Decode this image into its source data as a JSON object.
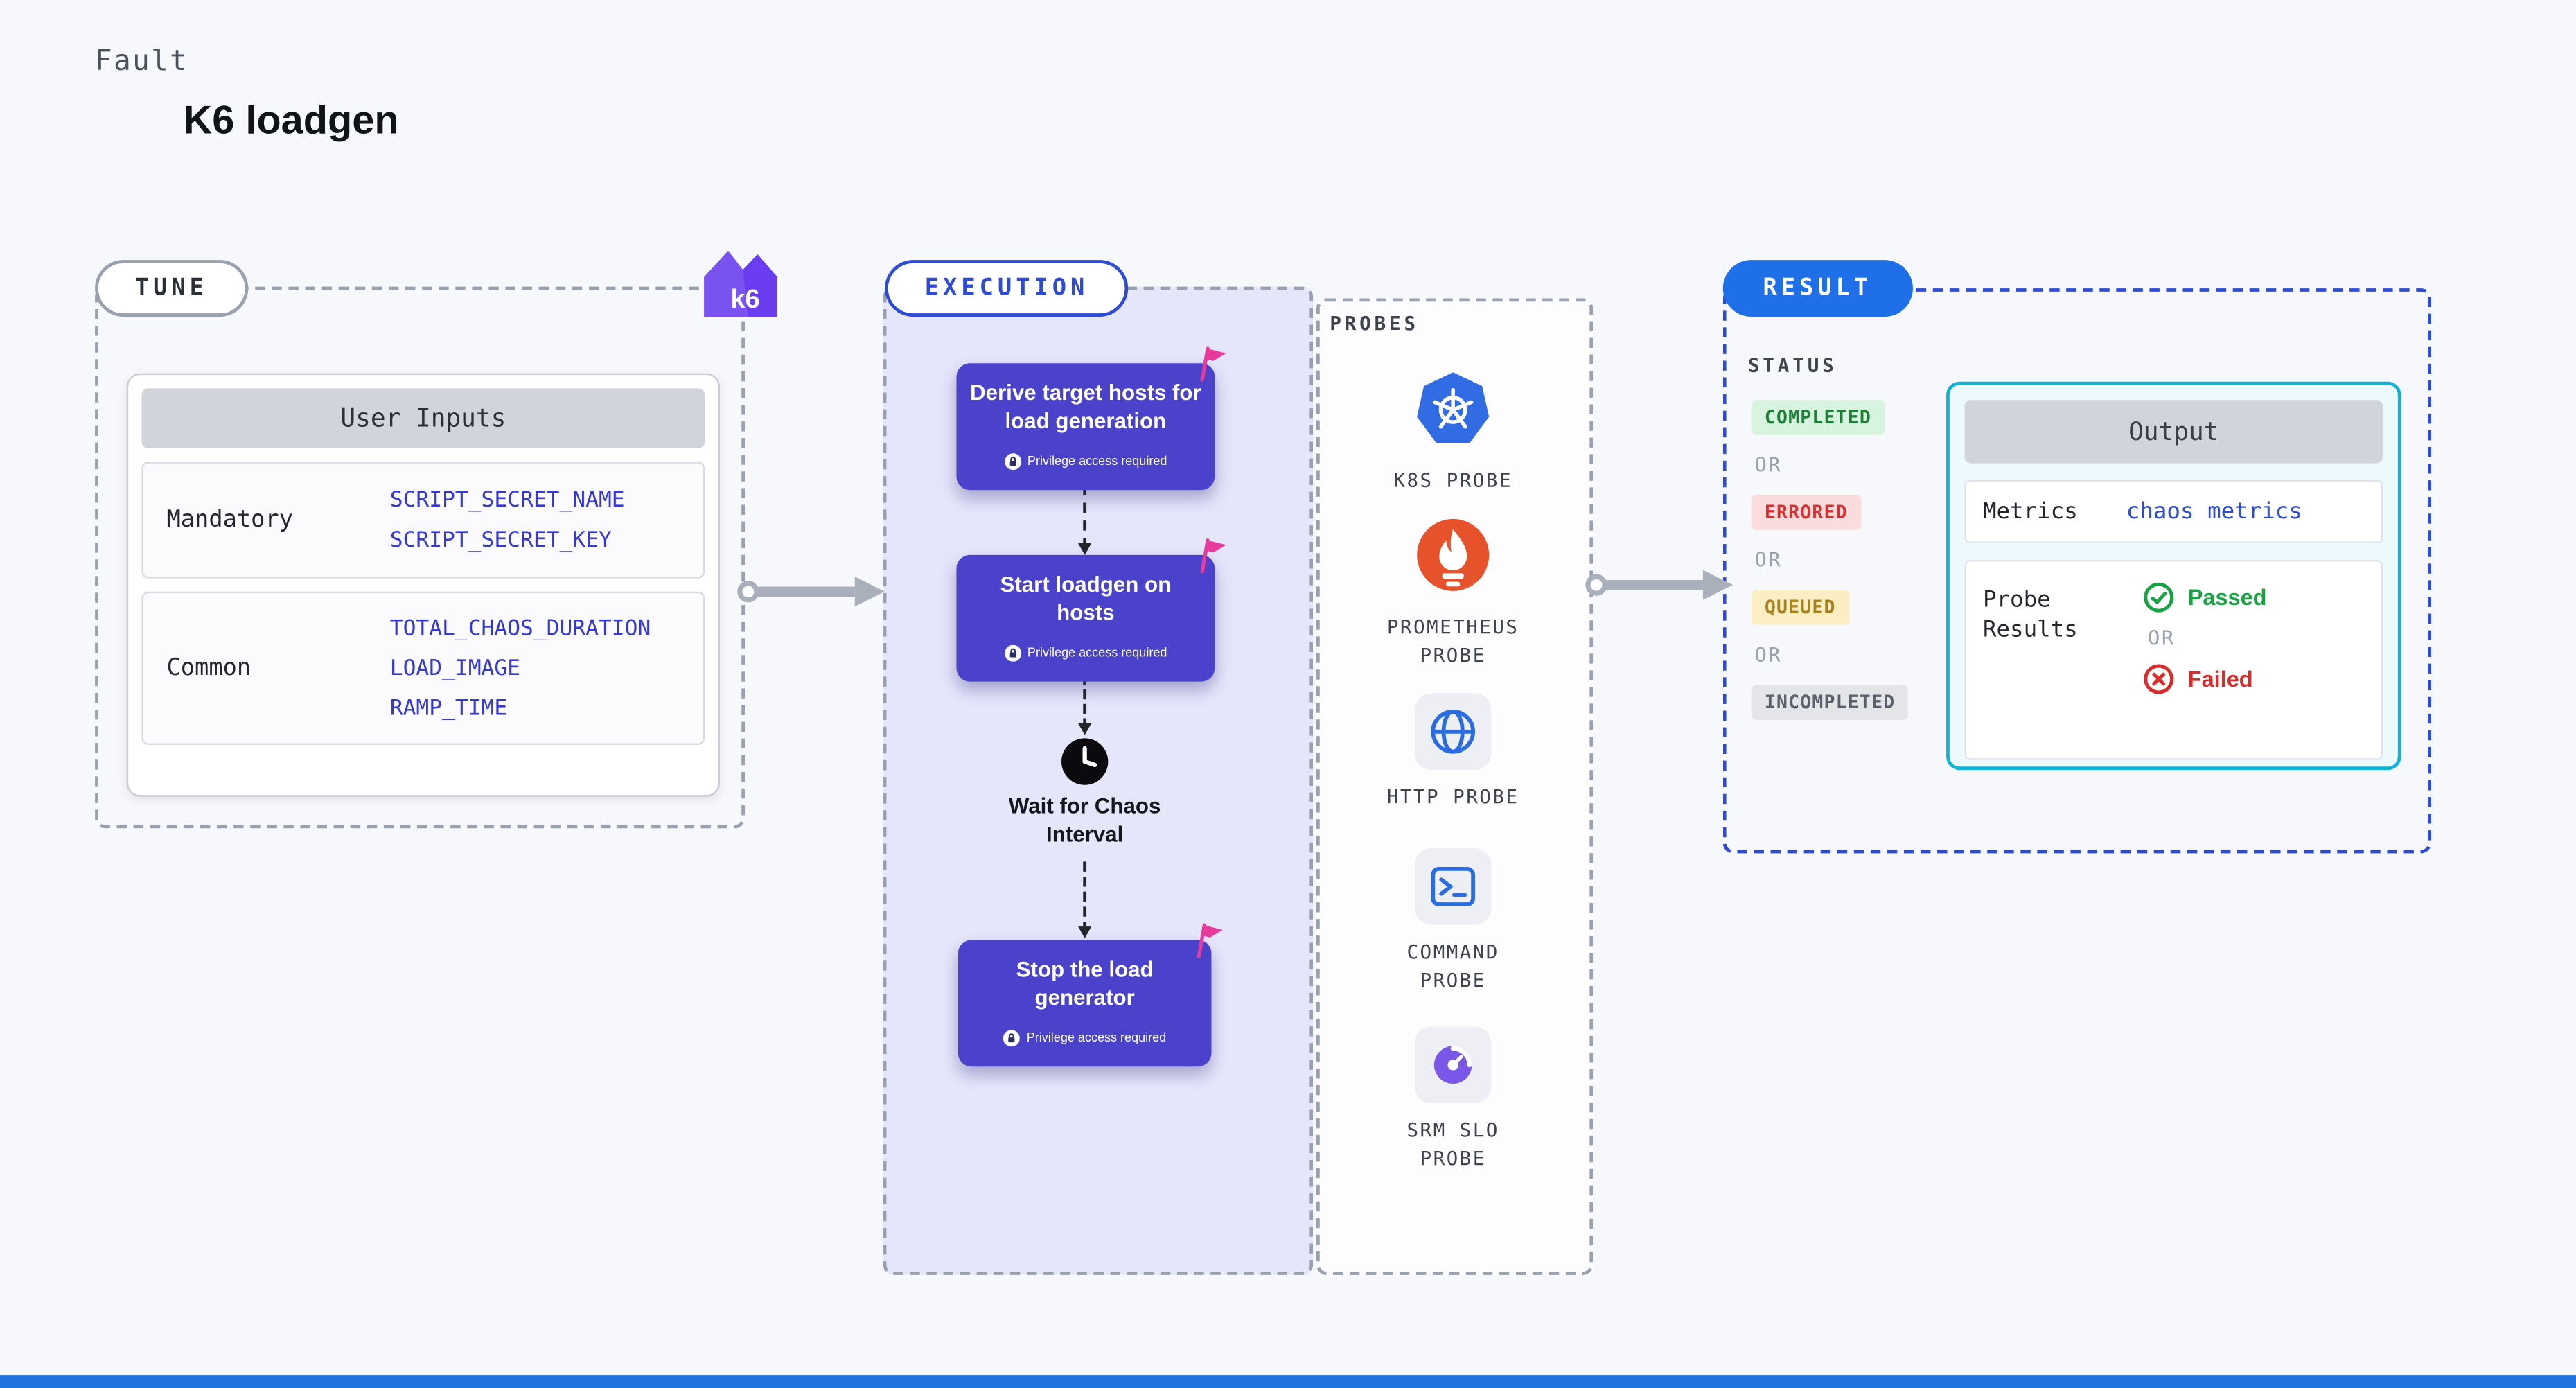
{
  "page": {
    "kicker": "Fault",
    "title": "K6 loadgen"
  },
  "tune": {
    "label": "TUNE",
    "logo_text": "k6",
    "card": {
      "header": "User Inputs",
      "rows": [
        {
          "label": "Mandatory",
          "values": [
            "SCRIPT_SECRET_NAME",
            "SCRIPT_SECRET_KEY"
          ]
        },
        {
          "label": "Common",
          "values": [
            "TOTAL_CHAOS_DURATION",
            "LOAD_IMAGE",
            "RAMP_TIME"
          ]
        }
      ]
    }
  },
  "execution": {
    "label": "EXECUTION",
    "steps": [
      {
        "title": "Derive target hosts for load generation",
        "badge": "Privilege access required"
      },
      {
        "title": "Start loadgen on hosts",
        "badge": "Privilege access required"
      },
      {
        "title": "Stop the load generator",
        "badge": "Privilege access required"
      }
    ],
    "wait_label": "Wait for Chaos Interval",
    "probes": {
      "label": "PROBES",
      "items": [
        {
          "name": "K8S PROBE",
          "icon": "kubernetes-wheel"
        },
        {
          "name": "PROMETHEUS PROBE",
          "icon": "prometheus-flame"
        },
        {
          "name": "HTTP PROBE",
          "icon": "globe"
        },
        {
          "name": "COMMAND PROBE",
          "icon": "terminal"
        },
        {
          "name": "SRM SLO PROBE",
          "icon": "srm-gauge"
        }
      ]
    }
  },
  "result": {
    "label": "RESULT",
    "status": {
      "label": "STATUS",
      "separator": "OR",
      "items": [
        {
          "text": "COMPLETED",
          "type": "completed"
        },
        {
          "text": "ERRORED",
          "type": "errored"
        },
        {
          "text": "QUEUED",
          "type": "queued"
        },
        {
          "text": "INCOMPLETED",
          "type": "incompleted"
        }
      ]
    },
    "output": {
      "header": "Output",
      "metrics_label": "Metrics",
      "metrics_value": "chaos metrics",
      "probe_results_label": "Probe Results",
      "passed_label": "Passed",
      "failed_label": "Failed",
      "separator": "OR"
    }
  },
  "colors": {
    "page_bg": "#f7f8fb",
    "step_purple": "#4b42cc",
    "execution_bg": "#e6e6fb",
    "accent_blue": "#2d4bd4",
    "result_pill_blue": "#1f70e8",
    "output_cyan": "#10b3d6",
    "passed_green": "#17a342",
    "failed_red": "#d92b2b",
    "queued_yellow": "#a8821c",
    "flag_pink": "#e83a9c",
    "k6_purple": "#7a52f0",
    "k8s_blue": "#326ce5",
    "prometheus_orange": "#e6522c",
    "env_var_blue": "#3538d4"
  }
}
